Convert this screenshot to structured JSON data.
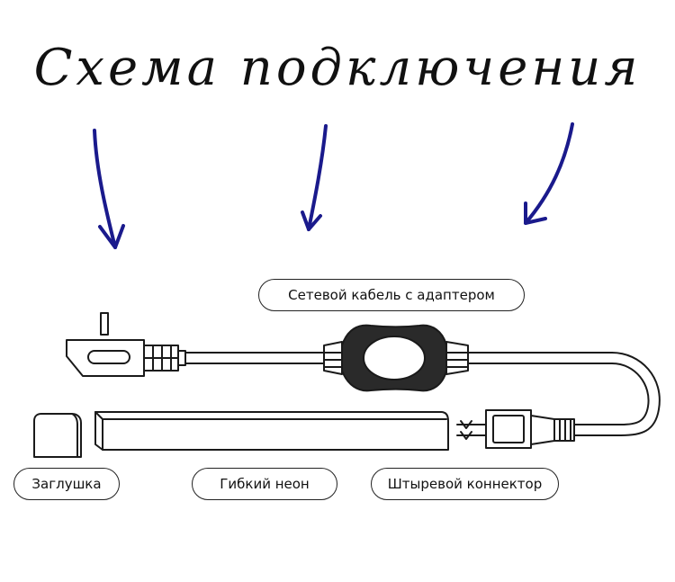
{
  "title": "Схема подключения",
  "labels": {
    "power_cable": "Сетевой кабель с адаптером",
    "end_cap": "Заглушка",
    "flexible_neon": "Гибкий неон",
    "pin_connector": "Штыревой коннектор"
  },
  "colors": {
    "arrow": "#1a1a8c",
    "line": "#1a1a1a",
    "text": "#111111"
  },
  "icons": [
    "plug-icon",
    "adapter-icon",
    "end-cap-icon",
    "neon-strip-icon",
    "pin-connector-icon"
  ]
}
